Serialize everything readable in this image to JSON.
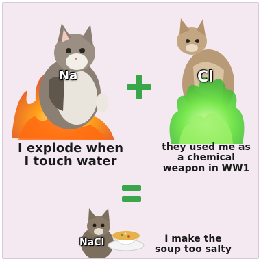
{
  "sodium": {
    "symbol": "Na",
    "caption_line1": "I explode when",
    "caption_line2": "I touch water"
  },
  "chlorine": {
    "symbol": "Cl",
    "caption_line1": "they used me as",
    "caption_line2": "a chemical",
    "caption_line3": "weapon in WW1"
  },
  "salt": {
    "symbol": "NaCl",
    "caption_line1": "I make the",
    "caption_line2": "soup too salty"
  },
  "colors": {
    "background": "#f4e9f1",
    "plus_equals": "#3aa64a",
    "fire": "#ff7a1a",
    "gas": "#6fe04a"
  },
  "icons": {
    "plus": "plus-icon",
    "equals": "equals-icon"
  }
}
